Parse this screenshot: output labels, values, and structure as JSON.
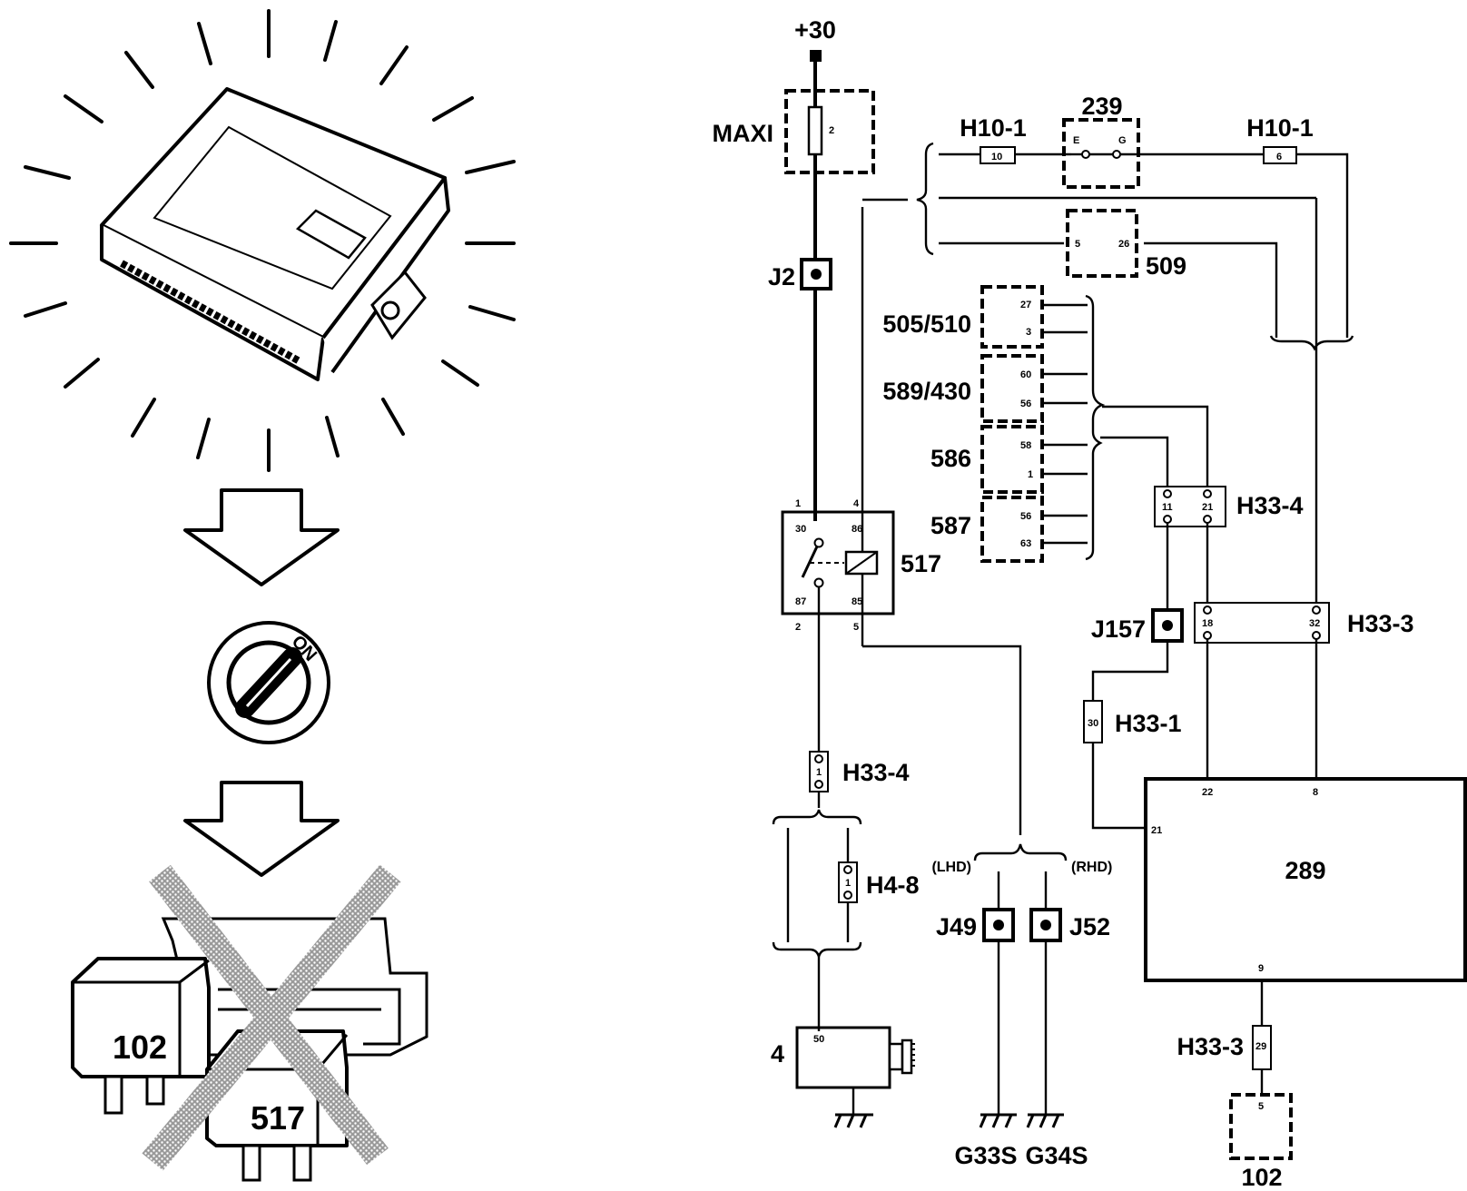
{
  "left": {
    "ignition_label": "ON",
    "relay_labels": [
      "102",
      "517"
    ]
  },
  "diagram": {
    "supply": "+30",
    "fuse": {
      "label": "MAXI",
      "pin": "2"
    },
    "junctions": {
      "j2": "J2",
      "j157": "J157",
      "j49": "J49",
      "j52": "J52"
    },
    "switch_239": {
      "label": "239",
      "pins": [
        "E",
        "G"
      ]
    },
    "connectors": {
      "h10_1_left": {
        "label": "H10-1",
        "pin": "10"
      },
      "h10_1_right": {
        "label": "H10-1",
        "pin": "6"
      },
      "h33_4_top": {
        "label": "H33-4",
        "pins": [
          "11",
          "21"
        ]
      },
      "h33_3_mid": {
        "label": "H33-3",
        "pins": [
          "18",
          "32"
        ]
      },
      "h33_1": {
        "label": "H33-1",
        "pin": "30"
      },
      "h33_4_low": {
        "label": "H33-4",
        "pin": "1"
      },
      "h4_8": {
        "label": "H4-8",
        "pin": "1"
      },
      "h33_3_low": {
        "label": "H33-3",
        "pin": "29"
      }
    },
    "unit_509": {
      "label": "509",
      "pins": [
        "5",
        "26"
      ]
    },
    "ecus": [
      {
        "label": "505/510",
        "pins": [
          "27",
          "3"
        ]
      },
      {
        "label": "589/430",
        "pins": [
          "60",
          "56"
        ]
      },
      {
        "label": "586",
        "pins": [
          "58",
          "1"
        ]
      },
      {
        "label": "587",
        "pins": [
          "56",
          "63"
        ]
      }
    ],
    "relay_517": {
      "label": "517",
      "outer_pins": [
        "1",
        "4",
        "2",
        "5"
      ],
      "inner_pins": [
        "30",
        "86",
        "87",
        "85"
      ]
    },
    "module_289": {
      "label": "289",
      "pins": [
        "22",
        "8",
        "21",
        "9"
      ]
    },
    "starter": {
      "label": "4",
      "pin": "50"
    },
    "unit_102": {
      "label": "102",
      "pin": "5"
    },
    "variants": {
      "lhd": "(LHD)",
      "rhd": "(RHD)"
    },
    "grounds": {
      "g33s": "G33S",
      "g34s": "G34S"
    }
  }
}
